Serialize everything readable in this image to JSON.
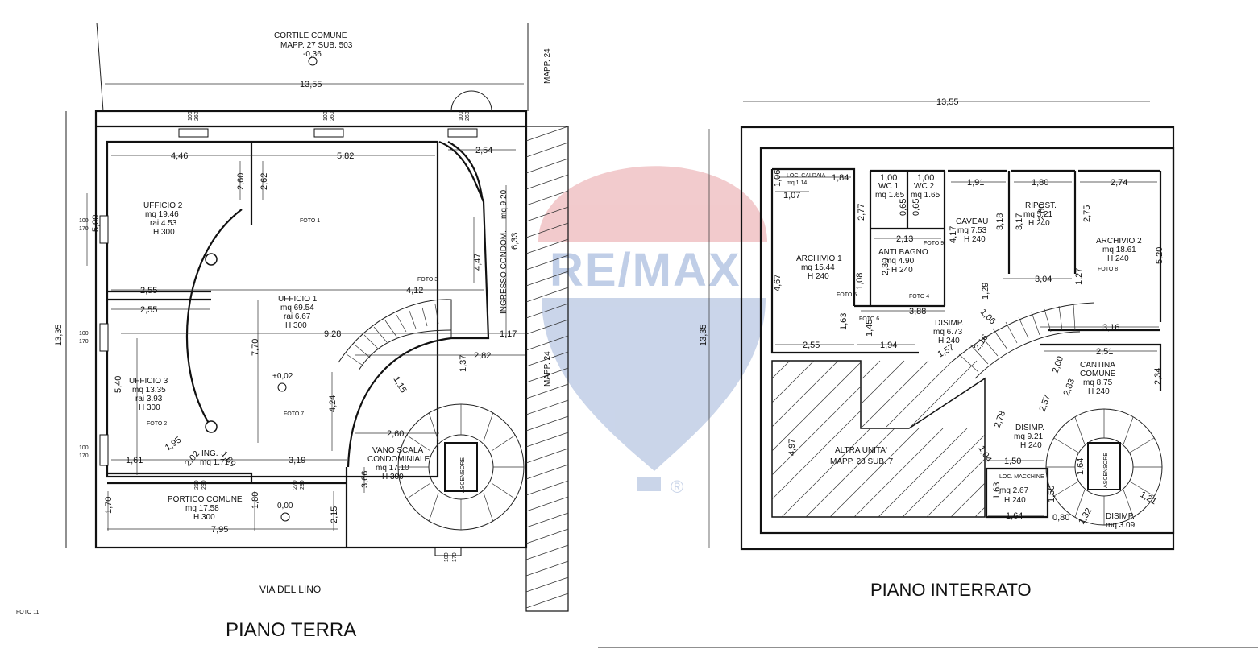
{
  "plans": {
    "ground": {
      "title": "PIANO TERRA",
      "street": "VIA DEL LINO",
      "courtyard": "CORTILE COMUNE",
      "courtyard_ref": "MAPP. 27 SUB. 503",
      "courtyard_level": "-0,36",
      "neighbor_top": "MAPP. 24",
      "neighbor_side": "MAPP. 24",
      "width_dim": "13,55",
      "height_dim": "13,35",
      "window_dims": [
        "100",
        "260",
        "100",
        "260",
        "100",
        "260",
        "100",
        "170",
        "100",
        "170",
        "100",
        "170",
        "100",
        "170",
        "250",
        "290",
        "270",
        "290"
      ],
      "photo_labels": [
        "FOTO 1",
        "FOTO 2",
        "FOTO 3",
        "FOTO 7",
        "FOTO 11"
      ],
      "rooms": [
        {
          "name": "UFFICIO 2",
          "lines": [
            "mq 19.46",
            "rai 4.53",
            "H 300"
          ]
        },
        {
          "name": "UFFICIO 1",
          "lines": [
            "mq 69.54",
            "rai 6.67",
            "H 300"
          ]
        },
        {
          "name": "UFFICIO 3",
          "lines": [
            "mq 13.35",
            "rai 3.93",
            "H 300"
          ]
        },
        {
          "name": "ING.",
          "lines": [
            "mq 1.71"
          ]
        },
        {
          "name": "PORTICO COMUNE",
          "lines": [
            "mq 17.58",
            "H 300"
          ]
        },
        {
          "name": "VANO SCALA",
          "lines": [
            "CONDOMINIALE",
            "mq 17.10",
            "H 300"
          ]
        },
        {
          "name": "INGRESSO CONDOM.",
          "lines": [
            "mq 9.20"
          ]
        }
      ],
      "levels": [
        "+0,02",
        "0,00"
      ],
      "elevator": "ASCENSORE",
      "dims": [
        "4,46",
        "5,82",
        "2,54",
        "2,60",
        "2,62",
        "5,00",
        "6,33",
        "4,47",
        "2,55",
        "4,12",
        "2,55",
        "9,28",
        "1,17",
        "7,70",
        "1,37",
        "2,82",
        "5,40",
        "1,15",
        "4,24",
        "1,95",
        "2,02",
        "1,69",
        "2,60",
        "1,61",
        "3,19",
        "3,66",
        "1,70",
        "1,80",
        "2,15",
        "7,95"
      ]
    },
    "basement": {
      "title": "PIANO INTERRATO",
      "width_dim": "13,55",
      "height_dim": "13,35",
      "photo_labels": [
        "FOTO 4",
        "FOTO 5",
        "FOTO 6",
        "FOTO 8",
        "FOTO 9"
      ],
      "rooms": [
        {
          "name": "LOC. CALDAIA",
          "lines": [
            "mq 1.14"
          ]
        },
        {
          "name": "WC 1",
          "lines": [
            "mq 1.65"
          ]
        },
        {
          "name": "WC 2",
          "lines": [
            "mq 1.65"
          ]
        },
        {
          "name": "CAVEAU",
          "lines": [
            "mq 7.53",
            "H 240"
          ]
        },
        {
          "name": "RIPOST.",
          "lines": [
            "mq 5.21",
            "H 240"
          ]
        },
        {
          "name": "ARCHIVIO 2",
          "lines": [
            "mq 18.61",
            "H 240"
          ]
        },
        {
          "name": "ARCHIVIO 1",
          "lines": [
            "mq 15.44",
            "H 240"
          ]
        },
        {
          "name": "ANTI BAGNO",
          "lines": [
            "mq 4.90",
            "H 240"
          ]
        },
        {
          "name": "DISIMP.",
          "lines": [
            "mq 6.73",
            "H 240"
          ]
        },
        {
          "name": "CANTINA",
          "lines": [
            "COMUNE",
            "mq 8.75",
            "H 240"
          ]
        },
        {
          "name": "ALTRA UNITA'",
          "lines": [
            "MAPP. 28 SUB. 7"
          ]
        },
        {
          "name": "DISIMP.",
          "lines": [
            "mq 9.21",
            "H 240"
          ]
        },
        {
          "name": "LOC. MACCHINE",
          "lines": [
            "mq 2.67",
            "H 240"
          ]
        },
        {
          "name": "DISIMP.",
          "lines": [
            "mq 3.09"
          ]
        }
      ],
      "elevator": "ASCENSORE",
      "dims": [
        "1,06",
        "1,84",
        "1,07",
        "1,00",
        "1,00",
        "1,91",
        "1,80",
        "2,74",
        "2,77",
        "0,65",
        "0,65",
        "3,18",
        "3,17",
        "2,60",
        "2,75",
        "2,13",
        "4,17",
        "5,20",
        "4,67",
        "2,30",
        "1,08",
        "1,29",
        "3,04",
        "1,27",
        "3,88",
        "1,06",
        "1,63",
        "1,45",
        "2,16",
        "3,16",
        "2,55",
        "1,94",
        "1,57",
        "2,51",
        "2,00",
        "2,83",
        "2,34",
        "2,57",
        "2,78",
        "4,97",
        "1,04",
        "1,50",
        "1,64",
        "1,63",
        "1,50",
        "1,21",
        "1,64",
        "0,80",
        "1,32"
      ]
    }
  },
  "watermark": {
    "brand": "RE/MAX",
    "registered": "®",
    "colors": {
      "red": "#e8a0a4",
      "blue": "#9fb3d8"
    }
  }
}
